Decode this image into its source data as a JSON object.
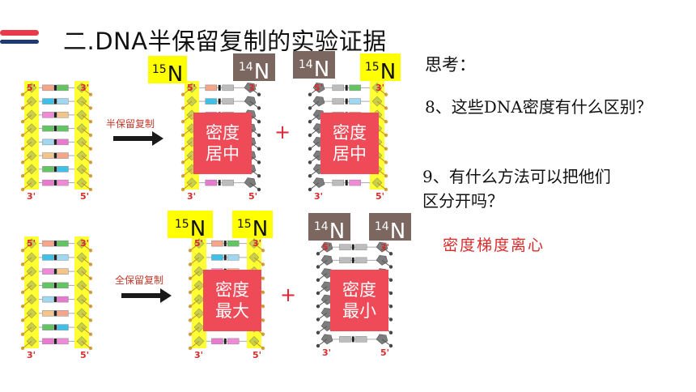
{
  "slide": {
    "title": "二.DNA半保留复制的实验证据",
    "accent_red": "#e83a4a",
    "accent_navy": "#1f3a6e"
  },
  "top_row": {
    "arrow_label": "半保留复制",
    "isotopes": [
      {
        "sup": "15",
        "el": "N",
        "color": "yellow"
      },
      {
        "sup": "14",
        "el": "N",
        "color": "gray"
      },
      {
        "sup": "14",
        "el": "N",
        "color": "gray"
      },
      {
        "sup": "15",
        "el": "N",
        "color": "yellow"
      }
    ],
    "left_density_line1": "密度",
    "left_density_line2": "居中",
    "right_density_line1": "密度",
    "right_density_line2": "居中",
    "plus": "+"
  },
  "bottom_row": {
    "arrow_label": "全保留复制",
    "isotopes": [
      {
        "sup": "15",
        "el": "N",
        "color": "yellow"
      },
      {
        "sup": "15",
        "el": "N",
        "color": "yellow"
      },
      {
        "sup": "14",
        "el": "N",
        "color": "gray"
      },
      {
        "sup": "14",
        "el": "N",
        "color": "gray"
      }
    ],
    "left_density_line1": "密度",
    "left_density_line2": "最大",
    "right_density_line1": "密度",
    "right_density_line2": "最小",
    "plus": "+"
  },
  "strand_ends": {
    "five": "5'",
    "three": "3'"
  },
  "questions": {
    "heading": "思考：",
    "q8": "8、这些DNA密度有什么区别？",
    "q9_line1": "9、有什么方法可以把他们",
    "q9_line2": "区分开吗？",
    "answer": "密度梯度离心"
  }
}
